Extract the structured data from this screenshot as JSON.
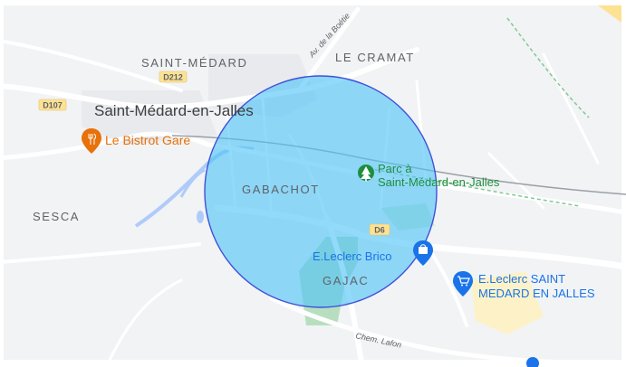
{
  "map": {
    "districts": {
      "saint_medard": "SAINT-MÉDARD",
      "le_cramat": "LE CRAMAT",
      "gabachot": "GABACHOT",
      "sesca": "SESCA",
      "gajac": "GAJAC"
    },
    "town": "Saint-Médard-en-Jalles",
    "roads": {
      "d212": "D212",
      "d107": "D107",
      "d6": "D6",
      "av_boetie": "Av. de la Boétie",
      "chem_lafon": "Chem. Lafon"
    },
    "pois": {
      "bistrot": "Le Bistrot Gare",
      "parc_line1": "Parc à",
      "parc_line2": "Saint-Médard-en-Jalles",
      "leclerc_brico": "E.Leclerc Brico",
      "leclerc_saint_line1": "E.Leclerc SAINT",
      "leclerc_saint_line2": "MEDARD EN JALLES"
    },
    "colors": {
      "land": "#f1f3f4",
      "road": "#ffffff",
      "shield": "#fde293",
      "green_area": "#c5e8c5",
      "radius_fill": "#4fc3f7",
      "radius_stroke": "#3f51d8",
      "poi_orange": "#e8710a",
      "poi_green": "#1e8e3e",
      "poi_blue": "#1a73e8"
    },
    "icons": [
      "restaurant-icon",
      "park-icon",
      "shopping-bag-icon",
      "shopping-cart-icon"
    ]
  }
}
